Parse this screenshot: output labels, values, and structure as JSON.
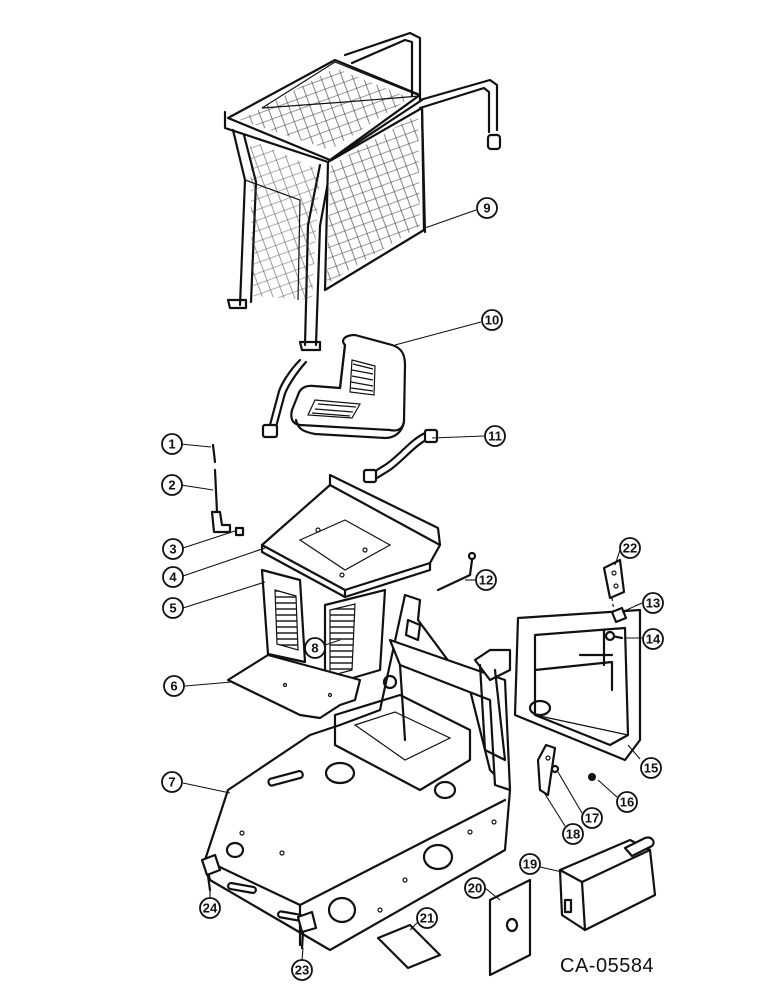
{
  "callouts": [
    {
      "label": "1"
    },
    {
      "label": "2"
    },
    {
      "label": "3"
    },
    {
      "label": "4"
    },
    {
      "label": "5"
    },
    {
      "label": "6"
    },
    {
      "label": "7"
    },
    {
      "label": "8"
    },
    {
      "label": "9"
    },
    {
      "label": "10"
    },
    {
      "label": "11"
    },
    {
      "label": "12"
    },
    {
      "label": "13"
    },
    {
      "label": "14"
    },
    {
      "label": "15"
    },
    {
      "label": "16"
    },
    {
      "label": "17"
    },
    {
      "label": "18"
    },
    {
      "label": "19"
    },
    {
      "label": "20"
    },
    {
      "label": "21"
    },
    {
      "label": "22"
    },
    {
      "label": "23"
    },
    {
      "label": "24"
    }
  ],
  "drawing_code": "CA-05584"
}
